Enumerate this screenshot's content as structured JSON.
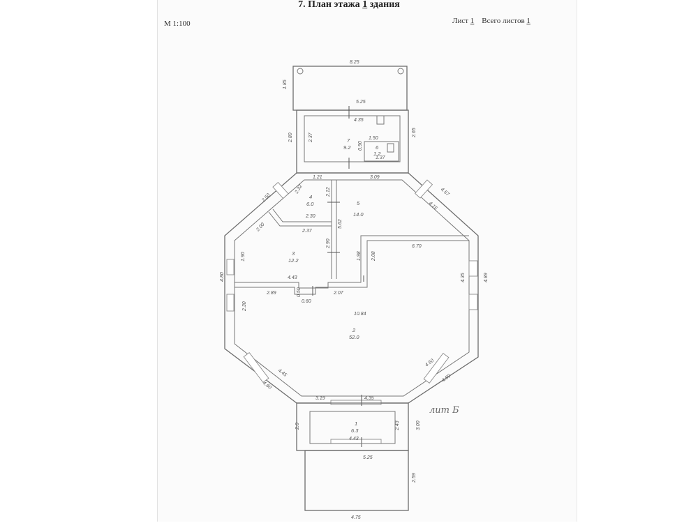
{
  "header": {
    "title_prefix": "7. План этажа ",
    "floor_number": "1",
    "title_suffix": " здания",
    "scale": "М 1:100",
    "sheet_label": "Лист ",
    "sheet_number": "1",
    "total_label": "Всего листов ",
    "total_number": "1"
  },
  "plan": {
    "litera": "лит Б",
    "dimensions": {
      "top_width": "8.25",
      "top_depth": "1.85",
      "upper_room_outer": "5.25",
      "upper_room_inner": "4.35",
      "upper_left_side": "2.80",
      "upper_room_height": "2.37",
      "upper_right_side": "2.65",
      "wc_top": "1.50",
      "wc_side": "0.90",
      "wc_bottom": "1.37",
      "hall_top": "3.09",
      "room4_top": "1.21",
      "room4_left": "2.32",
      "room4_right": "2.12",
      "room4_bottom": "2.30",
      "room4_bottom2": "2.37",
      "diag_upper_left": "2.50",
      "diag_upper_left_inner": "2.00",
      "diag_upper_right": "4.57",
      "diag_upper_right_inner": "4.15",
      "hall_height": "5.62",
      "room3_height": "1.90",
      "room3_height_right": "2.90",
      "room3_width": "4.43",
      "room3_bottom": "2.89",
      "left_side": "4.80",
      "step_a": "0.50",
      "step_b": "0.60",
      "corridor_width": "2.07",
      "corridor_height": "1.98",
      "corridor_side": "2.08",
      "main_top": "6.70",
      "right_side_inner": "4.35",
      "right_side": "4.89",
      "main_width": "10.84",
      "lower_left_side": "2.30",
      "diag_lower_left_inner": "4.45",
      "diag_lower_left": "4.60",
      "diag_lower_right_inner": "4.50",
      "diag_lower_right": "4.50",
      "entry_left": "3.19",
      "entry_top": "4.35",
      "entry_bottom": "4.43",
      "entry_right": "2.43",
      "entry_side_right": "3.00",
      "entry_side_left": "2.0",
      "porch_top": "5.25",
      "porch_side": "2.59",
      "porch_bottom": "4.75"
    },
    "rooms": [
      {
        "number": "1",
        "area": "6.3"
      },
      {
        "number": "2",
        "area": "52.0"
      },
      {
        "number": "3",
        "area": "12.2"
      },
      {
        "number": "4",
        "area": "6.0"
      },
      {
        "number": "5",
        "area": "14.0"
      },
      {
        "number": "6",
        "area": "1.2"
      },
      {
        "number": "7",
        "area": "9.2"
      }
    ]
  }
}
